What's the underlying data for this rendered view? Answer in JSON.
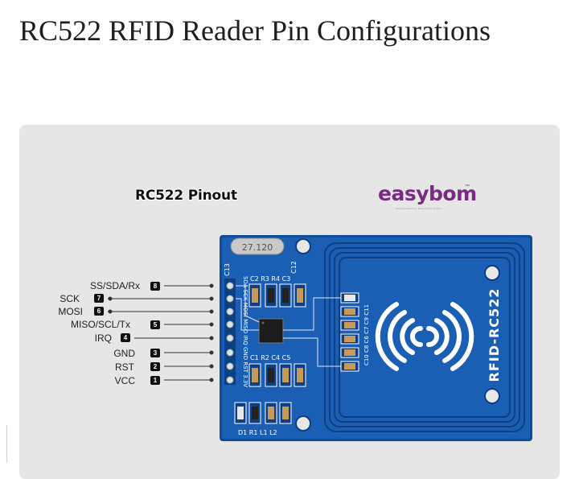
{
  "page": {
    "heading": "RC522 RFID Reader Pin Configurations"
  },
  "figure": {
    "title": "RC522 Pinout",
    "brand": "easybom",
    "brand_tm": "™",
    "brand_tagline": "Semiconductor  Electronic Parts",
    "pins": [
      {
        "label": "SS/SDA/Rx",
        "number": "8"
      },
      {
        "label": "SCK",
        "number": "7"
      },
      {
        "label": "MOSI",
        "number": "6"
      },
      {
        "label": "MISO/SCL/Tx",
        "number": "5"
      },
      {
        "label": "IRQ",
        "number": "4"
      },
      {
        "label": "GND",
        "number": "3"
      },
      {
        "label": "RST",
        "number": "2"
      },
      {
        "label": "VCC",
        "number": "1"
      }
    ],
    "board": {
      "model": "RFID-RC522",
      "crystal": "27.120",
      "header_silk": "SDA SCK MOSI MISO IRQ GND RST 3.3V",
      "silk_top": "C2  R3  R4  C3",
      "silk_mid": "C1    R2  C4  C5",
      "silk_bottom": "D1  R1    L1  L2",
      "silk_right": "C10 C8 C6 C7 C9 C11",
      "silk_c13": "C13",
      "silk_c12": "C12",
      "colors": {
        "pcb": "#1a5fb4",
        "pcb_dark": "#0d3f82",
        "trace": "#ffffff",
        "purple_brand": "#7a2c85"
      }
    }
  }
}
